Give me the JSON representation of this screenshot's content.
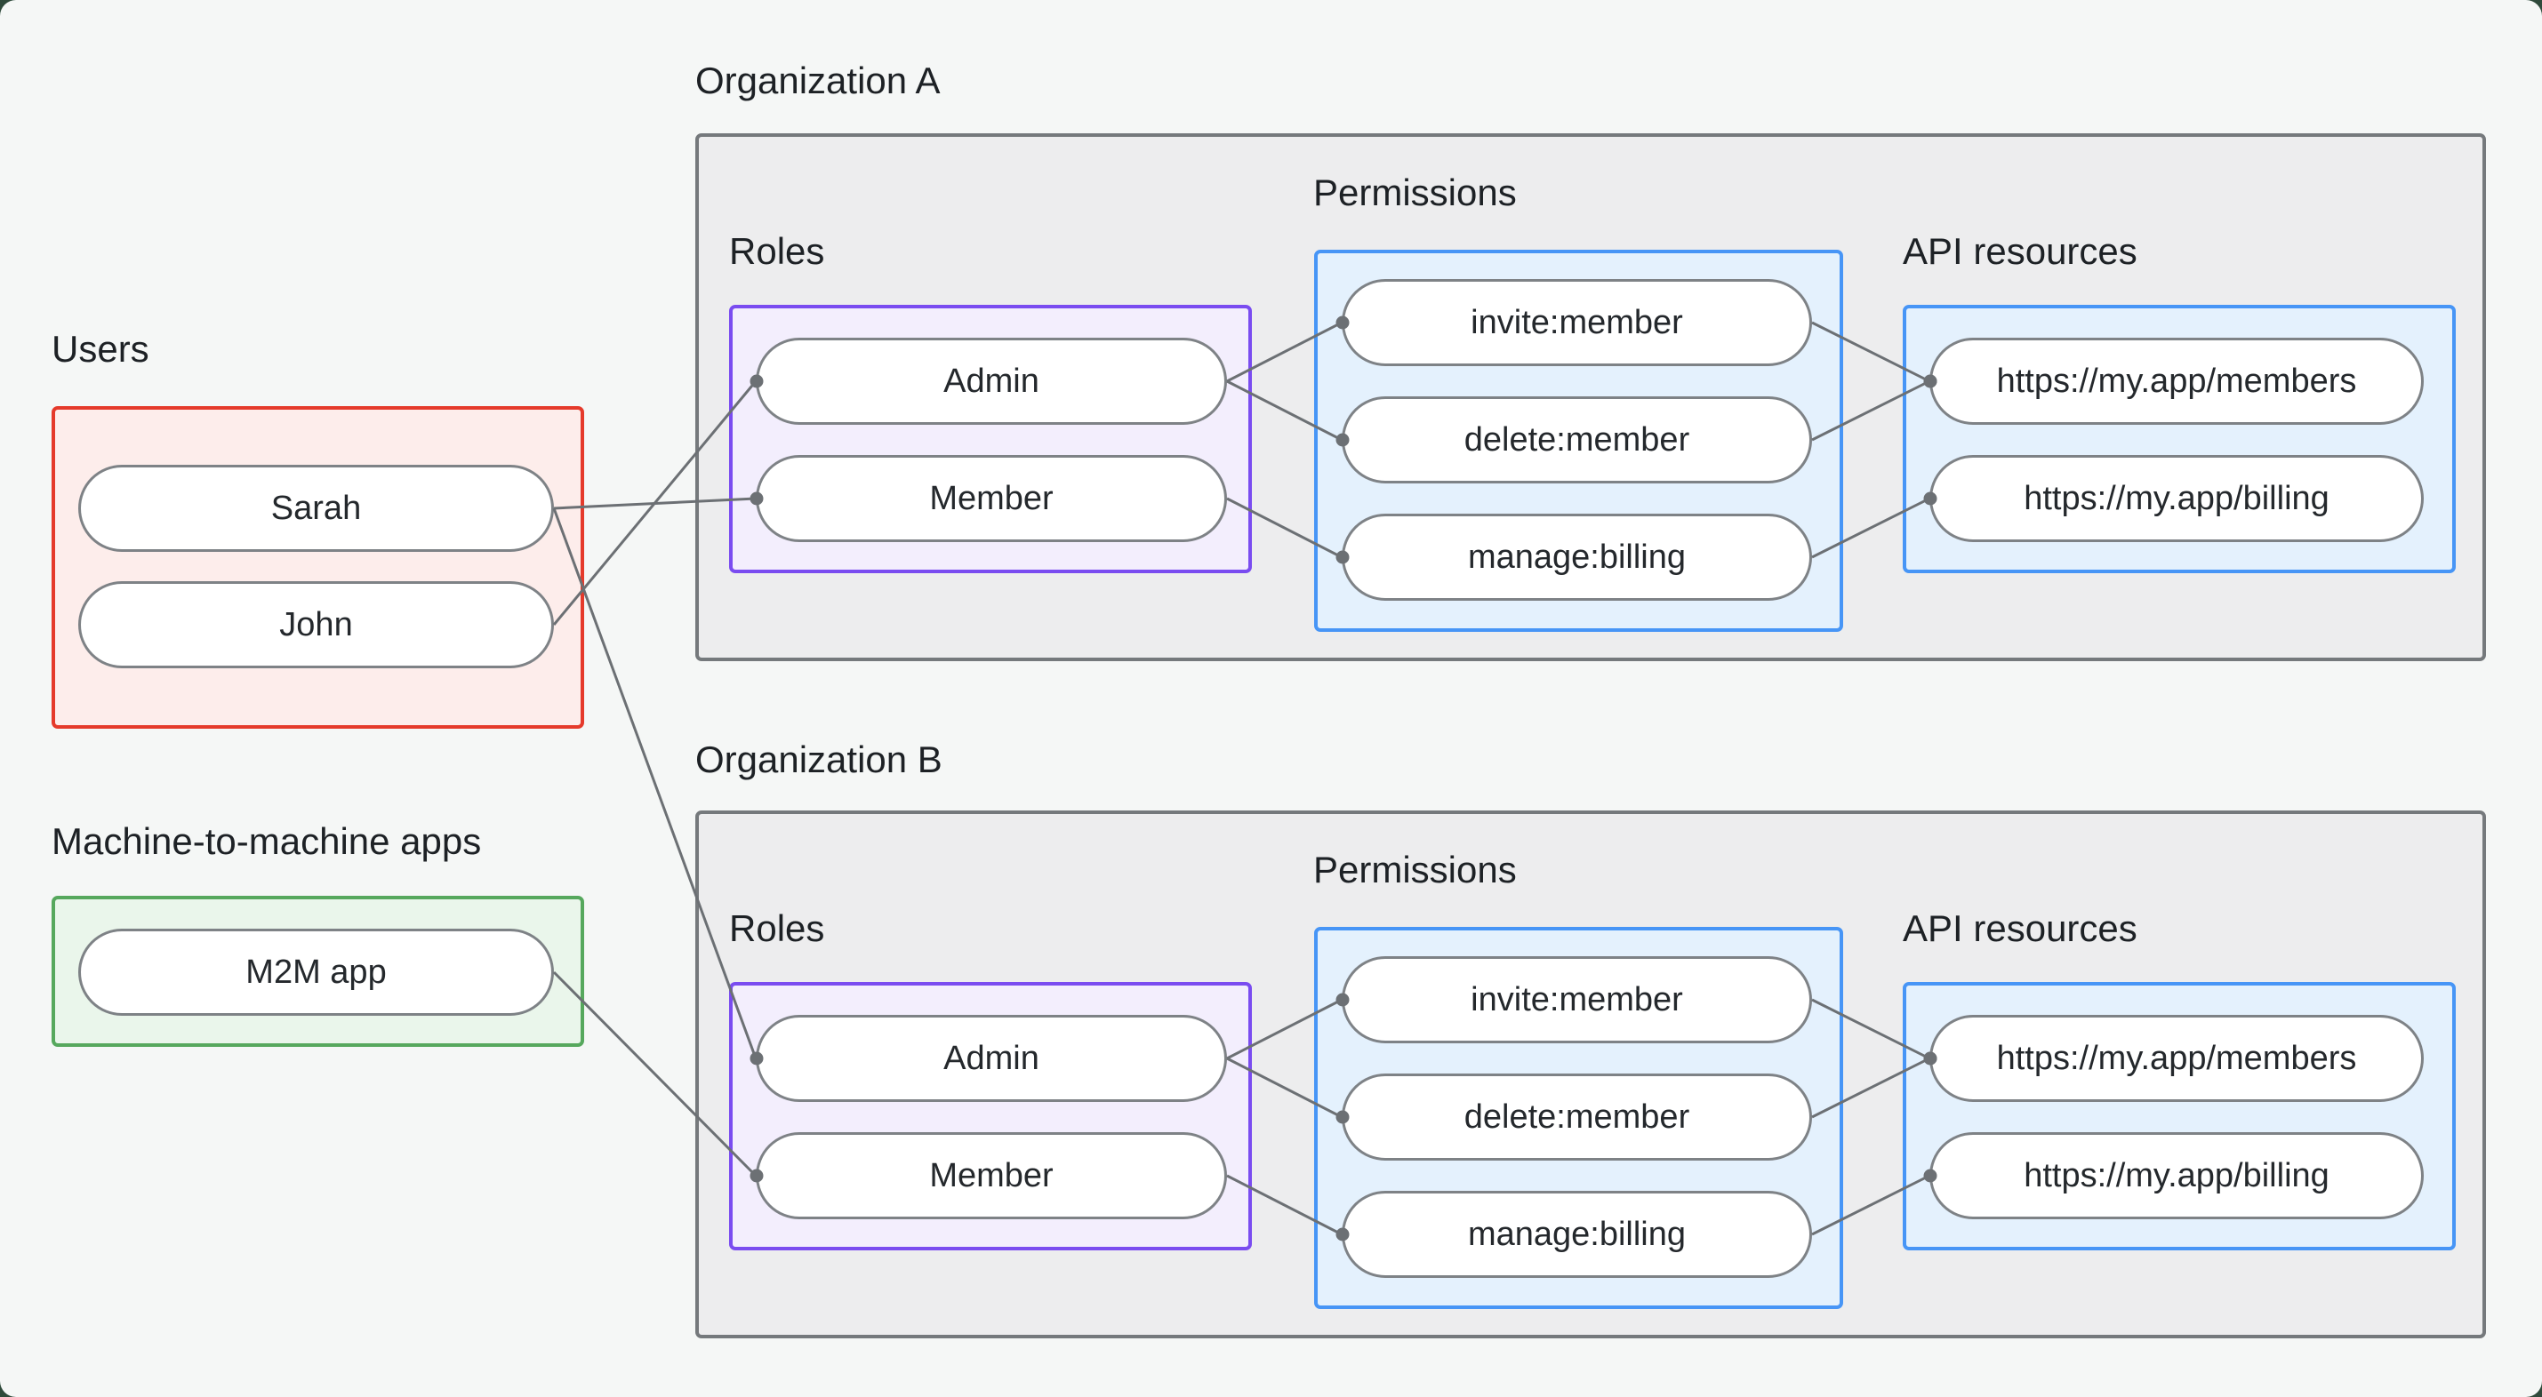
{
  "colors": {
    "backdrop": "#2f4a3b",
    "canvas": "#f5f7f6",
    "edge_line": "#6c7074",
    "edge_dot": "#6c7074",
    "red_border": "#e53a2b",
    "red_fill": "#fdedeb",
    "green_border": "#56a85d",
    "green_fill": "#eaf6eb",
    "purple_border": "#7a4cf0",
    "purple_fill": "#f3eefd",
    "blue_border": "#4795f6",
    "blue_fill": "#e4f1fd",
    "gray_border": "#75797c",
    "gray_fill": "#ededee"
  },
  "left_panel": {
    "users_label": "Users",
    "m2m_label": "Machine-to-machine apps",
    "users": {
      "sarah": "Sarah",
      "john": "John"
    },
    "m2m": {
      "app": "M2M app"
    }
  },
  "org_a": {
    "title": "Organization A",
    "roles_label": "Roles",
    "permissions_label": "Permissions",
    "api_label": "API resources",
    "roles": {
      "admin": "Admin",
      "member": "Member"
    },
    "permissions": {
      "invite": "invite:member",
      "delete": "delete:member",
      "manage": "manage:billing"
    },
    "apis": {
      "members": "https://my.app/members",
      "billing": "https://my.app/billing"
    }
  },
  "org_b": {
    "title": "Organization B",
    "roles_label": "Roles",
    "permissions_label": "Permissions",
    "api_label": "API resources",
    "roles": {
      "admin": "Admin",
      "member": "Member"
    },
    "permissions": {
      "invite": "invite:member",
      "delete": "delete:member",
      "manage": "manage:billing"
    },
    "apis": {
      "members": "https://my.app/members",
      "billing": "https://my.app/billing"
    }
  },
  "edges": [
    {
      "from": "sarah",
      "to": "a-member"
    },
    {
      "from": "john",
      "to": "a-admin"
    },
    {
      "from": "sarah",
      "to": "b-admin"
    },
    {
      "from": "m2m-app",
      "to": "b-member"
    },
    {
      "from": "a-admin",
      "to": "a-invite"
    },
    {
      "from": "a-admin",
      "to": "a-delete"
    },
    {
      "from": "a-member",
      "to": "a-manage"
    },
    {
      "from": "a-invite",
      "to": "a-members"
    },
    {
      "from": "a-delete",
      "to": "a-members"
    },
    {
      "from": "a-manage",
      "to": "a-billing"
    },
    {
      "from": "b-admin",
      "to": "b-invite"
    },
    {
      "from": "b-admin",
      "to": "b-delete"
    },
    {
      "from": "b-member",
      "to": "b-manage"
    },
    {
      "from": "b-invite",
      "to": "b-members"
    },
    {
      "from": "b-delete",
      "to": "b-members"
    },
    {
      "from": "b-manage",
      "to": "b-billing"
    }
  ]
}
